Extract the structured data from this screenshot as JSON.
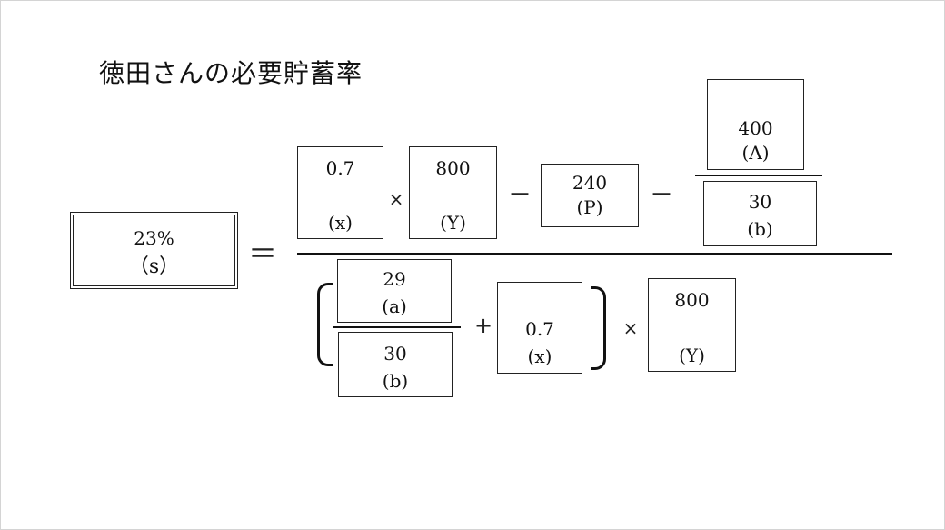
{
  "title": "徳田さんの必要貯蓄率",
  "result": {
    "value": "23%",
    "label": "（s）"
  },
  "equals": "＝",
  "numerator": {
    "x": {
      "value": "0.7",
      "label": "(x)"
    },
    "times": "×",
    "Y": {
      "value": "800",
      "label": "(Y)"
    },
    "minus1": "－",
    "P": {
      "value": "240",
      "label": "(P)"
    },
    "minus2": "－",
    "A": {
      "value": "400",
      "label": "(A)"
    },
    "b": {
      "value": "30",
      "label": "(b)"
    }
  },
  "denominator": {
    "a": {
      "value": "29",
      "label": "(a)"
    },
    "b": {
      "value": "30",
      "label": "(b)"
    },
    "plus": "+",
    "x": {
      "value": "0.7",
      "label": "(x)"
    },
    "times": "×",
    "Y": {
      "value": "800",
      "label": "(Y)"
    }
  }
}
